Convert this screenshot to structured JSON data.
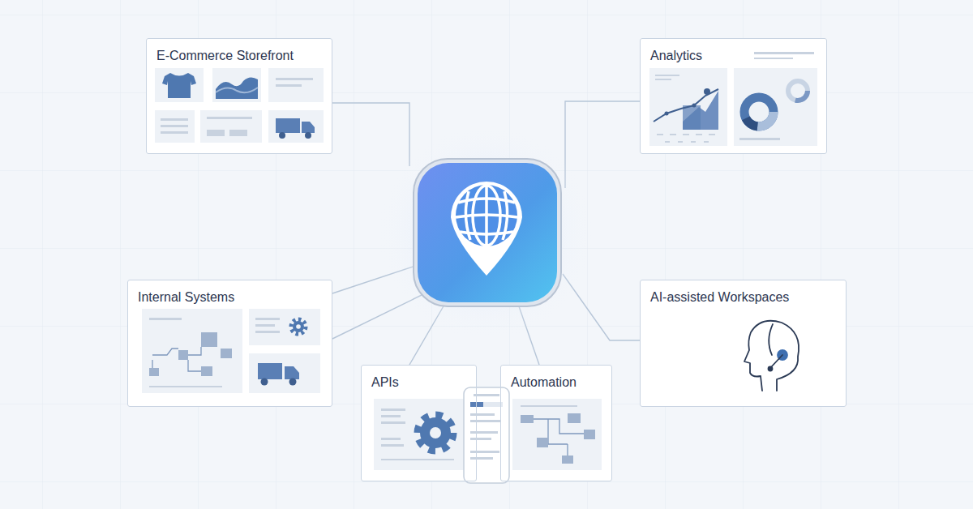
{
  "diagram": {
    "nodes": [
      {
        "text": [
          "E-Commerce Storefront"
        ]
      },
      {
        "text": [
          "Analytics"
        ]
      },
      {
        "text": [
          "Internal Systems"
        ]
      },
      {
        "text": [
          "AI-assisted Workspaces"
        ]
      },
      {
        "text": [
          "APIs"
        ]
      },
      {
        "text": [
          "Automation"
        ]
      }
    ]
  }
}
